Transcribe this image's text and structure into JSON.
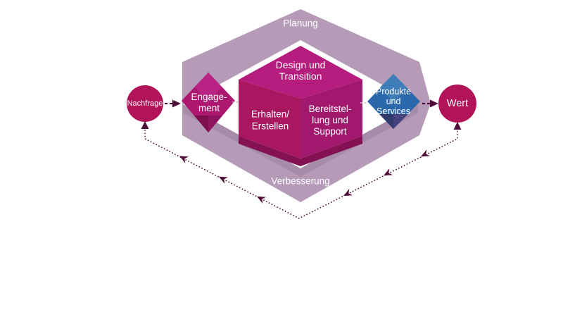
{
  "ring": {
    "label_top": "Planung",
    "label_bottom": "Verbesserung",
    "fill": "#b59bb8",
    "shadow_fill": "#a78ca9"
  },
  "demand_circle": {
    "label": "Nachfrage",
    "fill": "#b11458"
  },
  "value_circle": {
    "label": "Wert",
    "fill": "#b11458"
  },
  "engagement_gem": {
    "line1": "Engage-",
    "line2": "ment",
    "body_fill": "#ad1770",
    "facet_fill": "#b92383",
    "dark_left_fill": "#7d0f50",
    "dark_right_fill": "#8e1460"
  },
  "products_gem": {
    "line1": "Produkte",
    "line2": "und",
    "line3": "Services",
    "body_fill": "#2a67ab",
    "facet_fill": "#3f7db9",
    "dark_left_fill": "#303a6c",
    "dark_right_fill": "#45437e"
  },
  "cube": {
    "top_line1": "Design und",
    "top_line2": "Transition",
    "left_line1": "Erhalten/",
    "left_line2": "Erstellen",
    "right_line1": "Bereitstel-",
    "right_line2": "lung und",
    "right_line3": "Support",
    "top_fill": "#b51c7d",
    "left_fill": "#a8175f",
    "right_fill": "#a2186e",
    "base_fill": "#831154"
  },
  "arrows": {
    "color": "#4f0d39",
    "connector_gray": "#c2bec2"
  }
}
